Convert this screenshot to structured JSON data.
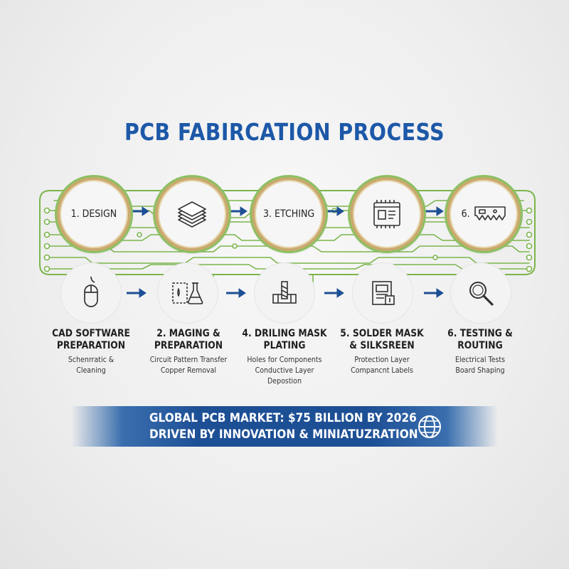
{
  "title": "PCB FABIRCATION PROCESS",
  "top_steps": [
    {
      "label": "1. DESIGN",
      "icon": "text-label"
    },
    {
      "label": "",
      "icon": "layers-icon"
    },
    {
      "label": "3. ETCHING",
      "icon": "text-label"
    },
    {
      "label": "",
      "icon": "circuit-board-icon"
    },
    {
      "label": "6.",
      "icon": "saw-blade-icon"
    }
  ],
  "bottom_icons": [
    "mouse-icon",
    "lab-flask-icon",
    "drill-icon",
    "document-icon",
    "magnifier-icon"
  ],
  "steps": [
    {
      "title_lines": [
        "CAD SOFTWARE",
        "PREPARATION"
      ],
      "lines": [
        "Schenrratic &",
        "Cleaning"
      ]
    },
    {
      "title_lines": [
        "2. MAGING &",
        "PREPARATION"
      ],
      "lines": [
        "Circuit Pattern Transfer",
        "Copper Removal"
      ]
    },
    {
      "title_lines": [
        "4. DRILING MASK",
        "PLATING"
      ],
      "lines": [
        "Holes for Components",
        "Conductive Layer",
        "Depostion"
      ]
    },
    {
      "title_lines": [
        "5. SOLDER MASK",
        "& SILKSREEN"
      ],
      "lines": [
        "Protection Layer",
        "Compancnt Labels"
      ]
    },
    {
      "title_lines": [
        "6. TESTING &",
        "ROUTING"
      ],
      "lines": [
        "Electrical Tests",
        "Board Shaping"
      ]
    }
  ],
  "banner": {
    "line1": "GLOBAL PCB MARKET: $75 BILLION BY 2026",
    "line2": "DRIVEN BY INNOVATION & MINIATUZRATION",
    "icon": "globe-icon"
  },
  "colors": {
    "title": "#1d58a8",
    "trace": "#7bb54c",
    "arrow": "#1d4f95",
    "ring_gold": "#c9a96e",
    "banner": "#1d4f95"
  }
}
